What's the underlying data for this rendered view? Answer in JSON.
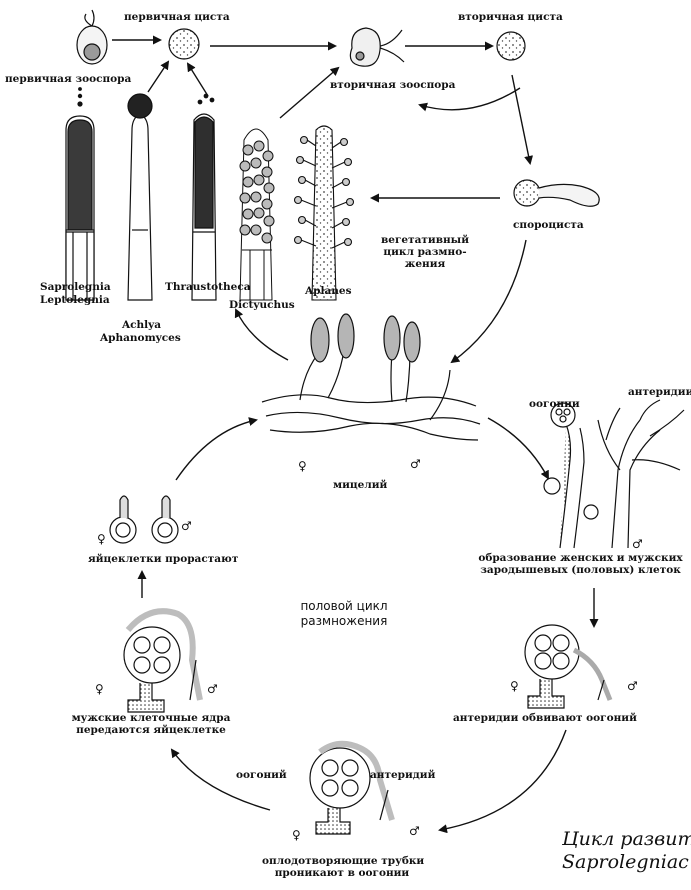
{
  "asexual": {
    "primary_cyst": "первичная циста",
    "secondary_cyst": "вторичная циста",
    "primary_zoospore": "первичная зооспора",
    "secondary_zoospore": "вторичная зооспора",
    "sporocyst": "спороциста",
    "vegetative_cycle": [
      "вегетативный",
      "цикл размно-",
      "жения"
    ]
  },
  "genera": {
    "saprolegnia": "Saprolegnia",
    "leptolegnia": "Leptolegnia",
    "thraustotheca": "Thraustotheca",
    "dictyuchus": "Dictyuchus",
    "aplanes": "Aplanes",
    "achlya": "Achlya",
    "aphanomyces": "Aphanomyces"
  },
  "sexual": {
    "mycelium": "мицелий",
    "oogonia": "оогонии",
    "antheridia": "антеридии",
    "gamete_formation": [
      "образование женских и мужских",
      "зародышевых (половых) клеток"
    ],
    "eggs_germinate": "яйцеклетки прорастают",
    "sexual_cycle": [
      "половой цикл",
      "размножения"
    ],
    "antheridia_wrap": "антеридии обвивают оогоний",
    "male_nuclei": [
      "мужские клеточные ядра",
      "передаются яйцеклетке"
    ],
    "oogonium": "оогоний",
    "antheridium": "антеридий",
    "fertilization_tubes": [
      "оплодотворяющие трубки",
      "проникают в оогонии"
    ]
  },
  "symbols": {
    "female": "♀",
    "male": "♂"
  },
  "caption": [
    "Цикл развит",
    "Saprolegniac"
  ]
}
